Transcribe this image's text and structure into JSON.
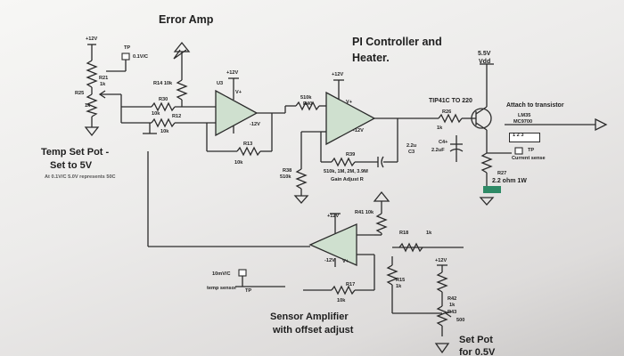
{
  "headings": {
    "error_amp": "Error Amp",
    "pi_controller_line1": "PI Controller and",
    "pi_controller_line2": "Heater.",
    "temp_set_line1": "Temp Set Pot -",
    "temp_set_line2": "Set to 5V",
    "temp_set_note": "At 0.1V/C 5.0V represents 50C",
    "sensor_amp_line1": "Sensor Amplifier",
    "sensor_amp_line2": "with offset adjust",
    "set_pot_line1": "Set Pot",
    "set_pot_line2": "for 0.5V"
  },
  "labels": {
    "supply_12v_left": "+12V",
    "tp_top": "TP",
    "tp_top_scale": "0.1V/C",
    "r21": "R21",
    "r21_val": "1k",
    "r25": "R25",
    "r25_val": "1k",
    "r14": "R14 10k",
    "r30": "R30",
    "r30_val": "10k",
    "r12": "R12",
    "r12_val": "10k",
    "u3": "U3",
    "supply_12v_u3": "+12V",
    "u3_v_plus": "V+",
    "u3_12v": "-12V",
    "r13": "R13",
    "r13_val": "10k",
    "r40": "510k",
    "r40_name": "R40",
    "supply_12v_pi": "+12V",
    "pi_v_plus": "V+",
    "pi_12v": "-12V",
    "r38": "R38",
    "r38_val": "510k",
    "c3": "2.2u",
    "c3_name": "C3",
    "r39": "R39",
    "gain_values": "510k, 1M, 2M, 3.9M",
    "gain_adjust": "Gain Adjust R",
    "vdd_val": "5.5V",
    "vdd_name": "Vdd",
    "tip41c": "TIP41C TO 220",
    "r26": "R26",
    "r26_val": "1k",
    "c4": "C4+",
    "c4_val": "2.2uF",
    "attach_to": "Attach to transistor",
    "lm35": "LM35",
    "mc9700": "MC9700",
    "pins": "1  2  3",
    "tp_current": "TP",
    "current_sense": "Current sense",
    "r27": "R27",
    "r27_val": "2.2 ohm 1W",
    "r41": "R41 10k",
    "supply_12v_sensor": "+12V",
    "sensor_12v": "-12V",
    "sensor_v_plus": "V+",
    "r18": "R18",
    "r18_val": "1k",
    "r17": "R17",
    "r17_val": "10k",
    "r15": "R15",
    "r15_val": "1k",
    "temp_sensor_scale": "10mV/C",
    "temp_sensor": "temp sensor",
    "tp_sensor": "TP",
    "supply_12v_pot": "+12V",
    "r42": "R42",
    "r42_val": "1k",
    "r43": "R43",
    "r43_val": "500"
  },
  "colors": {
    "background": "#ecebea",
    "wire": "#2b2b2b",
    "opamp_fill": "#cfe0cf",
    "accent_green": "#2e8a66"
  }
}
